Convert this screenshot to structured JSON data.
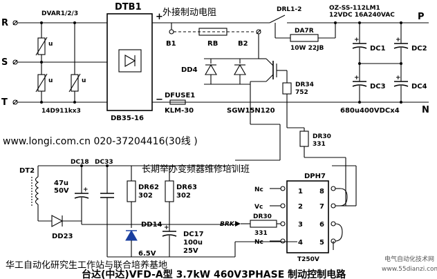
{
  "phases": {
    "r": "R",
    "s": "S",
    "t": "T"
  },
  "dc_bus": {
    "p": "P",
    "n": "N"
  },
  "labels": {
    "dvar": "DVAR1/2/3",
    "varistor_u": "u",
    "dtb1": "DTB1",
    "plus": "+",
    "minus": "−",
    "brake_resistor_cn": "外接制动电阻",
    "drl": "DRL1-2",
    "relay_model": "OZ-SS-112LM1",
    "relay_rating": "12VDC 16A240VAC",
    "b1": "B1",
    "rb": "RB",
    "b2": "B2",
    "da7r": "DA7R",
    "da7r_val": "10W 22JB",
    "dc1": "DC1",
    "dc2": "DC2",
    "dc3": "DC3",
    "dc4": "DC4",
    "dd4": "DD4",
    "dfuse": "DFUSE1",
    "klm": "KLM-30",
    "sgw": "SGW15N120",
    "dr34": "DR34",
    "dr34_val": "752",
    "varistor_model": "14D911kx3",
    "bridge_model": "DB35-16",
    "cap_bank": "680u400VDCx4",
    "dr30_top": "DR30",
    "dr30_top_val": "331",
    "dt2": "DT2",
    "dc18": "DC18",
    "dc33": "DC33",
    "c18_val1": "47u",
    "c18_val2": "50V",
    "dr62": "DR62",
    "dr62_val": "302",
    "dr63": "DR63",
    "dr63_val": "302",
    "dd23": "DD23",
    "dd14": "DD14",
    "zener_val": "6.5V",
    "dc17": "DC17",
    "dc17_val1": "100u",
    "dc17_val2": "25V",
    "dph7": "DPH7",
    "pin1": "1",
    "pin2": "2",
    "pin3": "3",
    "pin4": "4",
    "pin5": "5",
    "pin6": "6",
    "pin7": "7",
    "pin8": "8",
    "nc1": "Nc",
    "vc": "Vc",
    "nc4": "Nc",
    "brk": "BRK",
    "dr30_bot": "DR30",
    "dr30_bot_val": "331",
    "ic_model": "T250V"
  },
  "website": "www.longi.com.cn  020-37204416(30线 )",
  "course_cn": "长期举办变频器维修培训班",
  "footer_left": "华工自动化研究生工作站与联合培养基地",
  "title": "台达(中达)VFD-A型 3.7kW 460V3PHASE 制动控制电路",
  "watermark1": "电气自动化技术网",
  "watermark2": "www.55dianzi.com"
}
